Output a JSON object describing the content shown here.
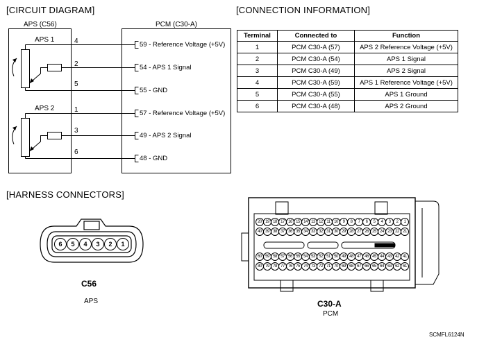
{
  "circuit_heading": "[CIRCUIT DIAGRAM]",
  "connection_heading": "[CONNECTION INFORMATION]",
  "harness_heading": "[HARNESS CONNECTORS]",
  "aps_box_label": "APS (C56)",
  "pcm_box_label": "PCM (C30-A)",
  "sensors": [
    {
      "name": "APS 1",
      "wires": [
        {
          "terminal": "4",
          "pcm_pin": "59 - Reference Voltage (+5V)"
        },
        {
          "terminal": "2",
          "pcm_pin": "54 - APS 1 Signal"
        },
        {
          "terminal": "5",
          "pcm_pin": "55 - GND"
        }
      ]
    },
    {
      "name": "APS 2",
      "wires": [
        {
          "terminal": "1",
          "pcm_pin": "57 - Reference Voltage (+5V)"
        },
        {
          "terminal": "3",
          "pcm_pin": "49 - APS 2 Signal"
        },
        {
          "terminal": "6",
          "pcm_pin": "48 - GND"
        }
      ]
    }
  ],
  "connection_table": {
    "headers": [
      "Terminal",
      "Connected to",
      "Function"
    ],
    "rows": [
      [
        "1",
        "PCM C30-A (57)",
        "APS 2 Reference Voltage (+5V)"
      ],
      [
        "2",
        "PCM C30-A (54)",
        "APS 1 Signal"
      ],
      [
        "3",
        "PCM C30-A (49)",
        "APS 2 Signal"
      ],
      [
        "4",
        "PCM C30-A (59)",
        "APS 1 Reference Voltage (+5V)"
      ],
      [
        "5",
        "PCM C30-A (55)",
        "APS 1 Ground"
      ],
      [
        "6",
        "PCM C30-A (48)",
        "APS 2 Ground"
      ]
    ]
  },
  "connector_c56": {
    "pins": [
      "6",
      "5",
      "4",
      "3",
      "2",
      "1"
    ],
    "id": "C56",
    "name": "APS"
  },
  "connector_c30a": {
    "row1": [
      "20",
      "19",
      "18",
      "17",
      "16",
      "15",
      "14",
      "13",
      "12",
      "11",
      "10",
      "9",
      "8",
      "7",
      "6",
      "5",
      "4",
      "3",
      "2",
      "1"
    ],
    "row2": [
      "40",
      "39",
      "38",
      "37",
      "36",
      "35",
      "34",
      "33",
      "32",
      "31",
      "30",
      "29",
      "28",
      "27",
      "26",
      "25",
      "24",
      "23",
      "22",
      "21"
    ],
    "row3": [
      "60",
      "59",
      "58",
      "57",
      "56",
      "55",
      "54",
      "53",
      "52",
      "51",
      "50",
      "49",
      "48",
      "47",
      "46",
      "45",
      "44",
      "43",
      "42",
      "41"
    ],
    "row4": [
      "80",
      "79",
      "78",
      "77",
      "76",
      "75",
      "74",
      "73",
      "72",
      "71",
      "70",
      "69",
      "68",
      "67",
      "66",
      "65",
      "64",
      "63",
      "62",
      "61"
    ],
    "id": "C30-A",
    "name": "PCM"
  },
  "figure_code": "SCMFL6124N"
}
